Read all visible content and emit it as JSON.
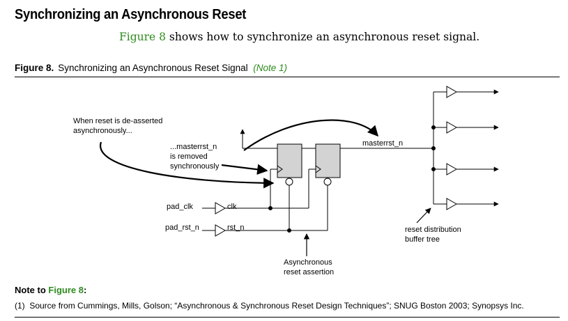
{
  "section": {
    "title": "Synchronizing an Asynchronous Reset"
  },
  "intro": {
    "link": "Figure 8",
    "rest": " shows how to synchronize an asynchronous reset signal."
  },
  "figure": {
    "label": "Figure 8.",
    "title": "Synchronizing an Asynchronous Reset Signal",
    "note_ref": "(Note 1)",
    "labels": {
      "when_reset_1": "When reset is de-asserted",
      "when_reset_2": "asynchronously...",
      "masterrst_removed_1": "...masterrst_n",
      "masterrst_removed_2": "is removed",
      "masterrst_removed_3": "synchronously",
      "masterrst_n": "masterrst_n",
      "pad_clk": "pad_clk",
      "clk": "clk",
      "pad_rst_n": "pad_rst_n",
      "rst_n": "rst_n",
      "async_1": "Asynchronous",
      "async_2": "reset assertion",
      "buffer_1": "reset distribution",
      "buffer_2": "buffer tree"
    }
  },
  "notes": {
    "heading_prefix": "Note to ",
    "heading_link": "Figure 8",
    "heading_suffix": ":",
    "note1": "(1)  Source from Cummings, Mills, Golson; “Asynchronous & Synchronous Reset Design Techniques”; SNUG Boston 2003; Synopsys Inc."
  }
}
